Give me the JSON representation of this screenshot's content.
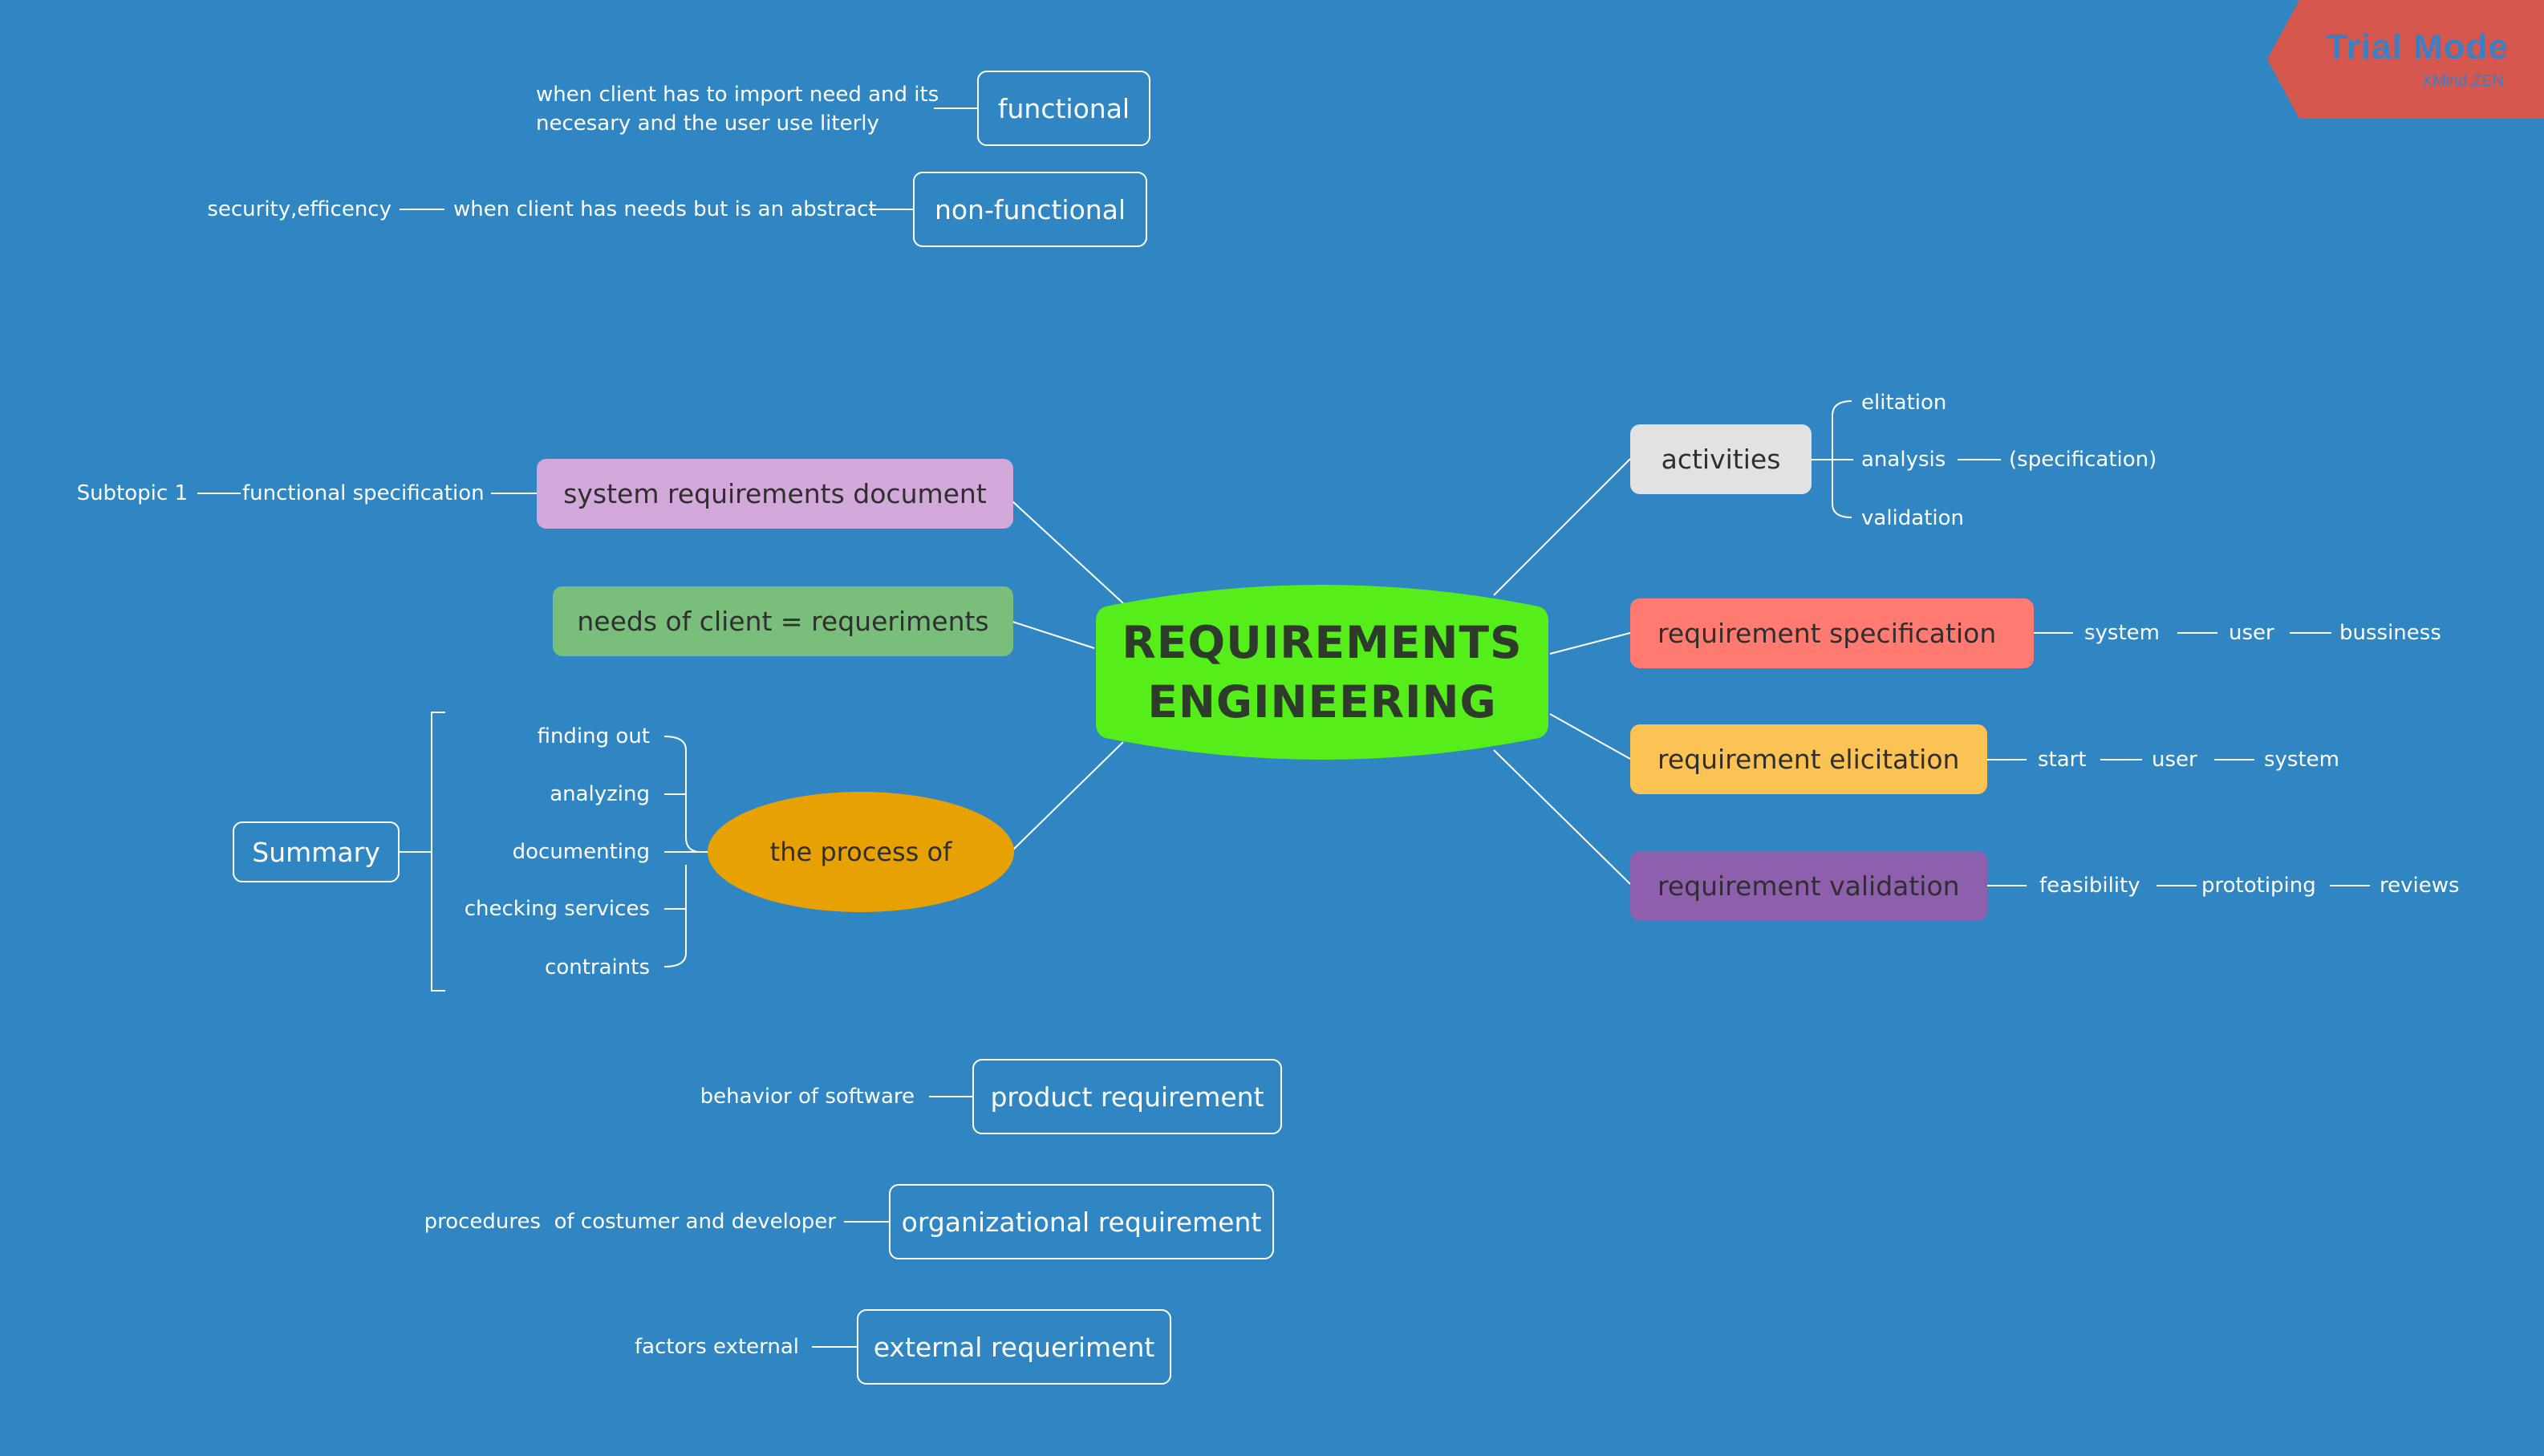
{
  "center": {
    "line1": "REQUIREMENTS",
    "line2": "ENGINEERING",
    "color": "#55EE1B"
  },
  "watermark": {
    "title": "Trial Mode",
    "sub": "XMind.ZEN",
    "color": "#D6574D"
  },
  "left_branches": {
    "system_req_doc": {
      "label": "system requirements document",
      "color": "#D3A8DA",
      "children": [
        "functional specification"
      ],
      "subchildren": [
        "Subtopic 1"
      ]
    },
    "needs_of_client": {
      "label": "needs of client = requeriments",
      "color": "#79BE7A"
    },
    "process_of": {
      "label": "the process of",
      "color": "#E8A103",
      "children": [
        "finding out",
        "analyzing",
        "documenting",
        "checking services",
        "contraints"
      ],
      "summary": "Summary"
    }
  },
  "right_branches": {
    "activities": {
      "label": "activities",
      "color": "#E2E2E2",
      "children": [
        "elitation",
        "analysis",
        "validation"
      ],
      "analysis_child": "(specification)"
    },
    "specification": {
      "label": "requirement specification",
      "color": "#FF7B72",
      "chain": [
        "system",
        "user",
        "bussiness"
      ]
    },
    "elicitation": {
      "label": "requirement elicitation",
      "color": "#FBC254",
      "chain": [
        "start",
        "user",
        "system"
      ]
    },
    "validation": {
      "label": "requirement validation",
      "color": "#8E5FAD",
      "chain": [
        "feasibility",
        "prototiping",
        "reviews"
      ]
    }
  },
  "floating": {
    "functional": {
      "label": "functional",
      "note_line1": "when client has to import need and its",
      "note_line2": "necesary and the user use literly"
    },
    "non_functional": {
      "label": "non-functional",
      "note": "when client has needs but is an abstract",
      "subnote": "security,efficency"
    },
    "product": {
      "label": "product requirement",
      "note": "behavior of software"
    },
    "organizational": {
      "label": "organizational requirement",
      "note": "procedures  of costumer and developer"
    },
    "external": {
      "label": "external requeriment",
      "note": "factors external"
    }
  }
}
